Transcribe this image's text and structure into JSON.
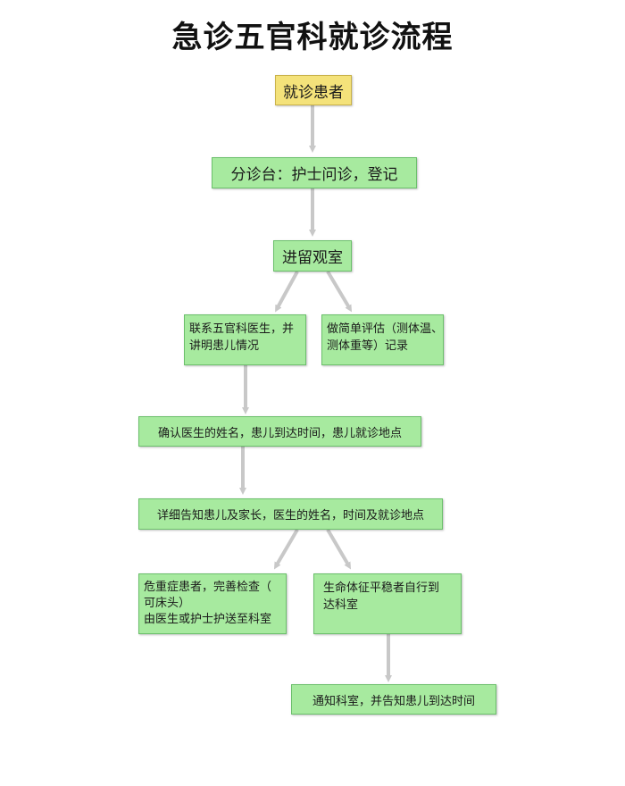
{
  "title": "急诊五官科就诊流程",
  "nodes": {
    "patient": "就诊患者",
    "triage": "分诊台：护士问诊，登记",
    "observation": "进留观室",
    "contact_doctor": [
      "联系五官科医生，并",
      "讲明患儿情况"
    ],
    "assessment": [
      "做简单评估（测体温、",
      "测体重等）记录"
    ],
    "confirm": "确认医生的姓名，患儿到达时间，患儿就诊地点",
    "inform_family": "详细告知患儿及家长，医生的姓名，时间及就诊地点",
    "critical": [
      "危重症患者，完善检查（",
      "可床头）",
      "由医生或护士护送至科室"
    ],
    "stable": [
      "生命体征平稳者自行到",
      "达科室"
    ],
    "notify": "通知科室，并告知患儿到达时间"
  },
  "colors": {
    "node_fill": "#a7ea9f",
    "start_fill": "#f4e27a",
    "arrow": "#c8c8c8"
  }
}
